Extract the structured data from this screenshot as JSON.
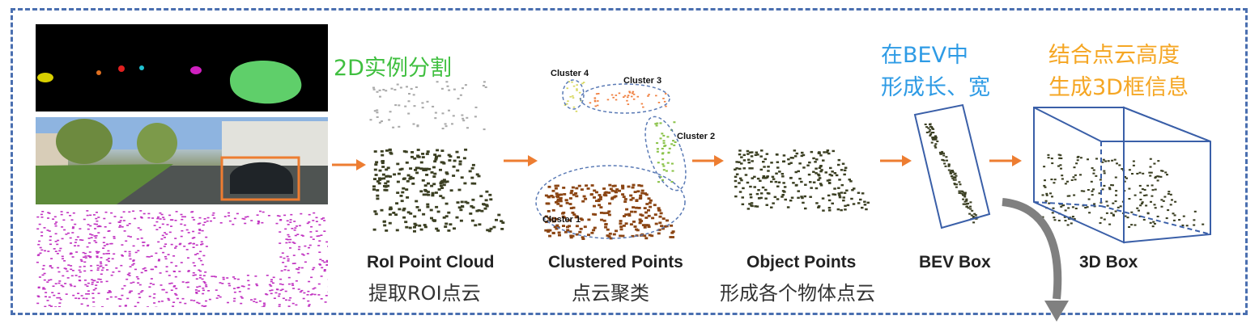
{
  "headings": {
    "seg_2d": "2D实例分割",
    "bev_line1": "在BEV中",
    "bev_line2": "形成长、宽",
    "box_line1": "结合点云高度",
    "box_line2": "生成3D框信息"
  },
  "stages": [
    {
      "label": "RoI Point Cloud",
      "cn": "提取ROI点云"
    },
    {
      "label": "Clustered Points",
      "cn": "点云聚类"
    },
    {
      "label": "Object Points",
      "cn": "形成各个物体点云"
    },
    {
      "label": "BEV Box",
      "cn": ""
    },
    {
      "label": "3D Box",
      "cn": ""
    }
  ],
  "clusters": [
    "Cluster 4",
    "Cluster 3",
    "Cluster 2",
    "Cluster 1"
  ],
  "colors": {
    "frame": "#4a6fb0",
    "arrow": "#ed7d31",
    "heading_green": "#3fbf3f",
    "heading_blue": "#2e9be5",
    "heading_orange": "#f5a623",
    "box_blue": "#3a5fa8",
    "points_dark": "#3b3f22",
    "cluster_brown": "#8b4513",
    "cluster_green": "#8bc34a",
    "cluster_orange": "#f08040",
    "lidar_magenta": "#c030c0",
    "seg_green": "#5fcf6a"
  }
}
